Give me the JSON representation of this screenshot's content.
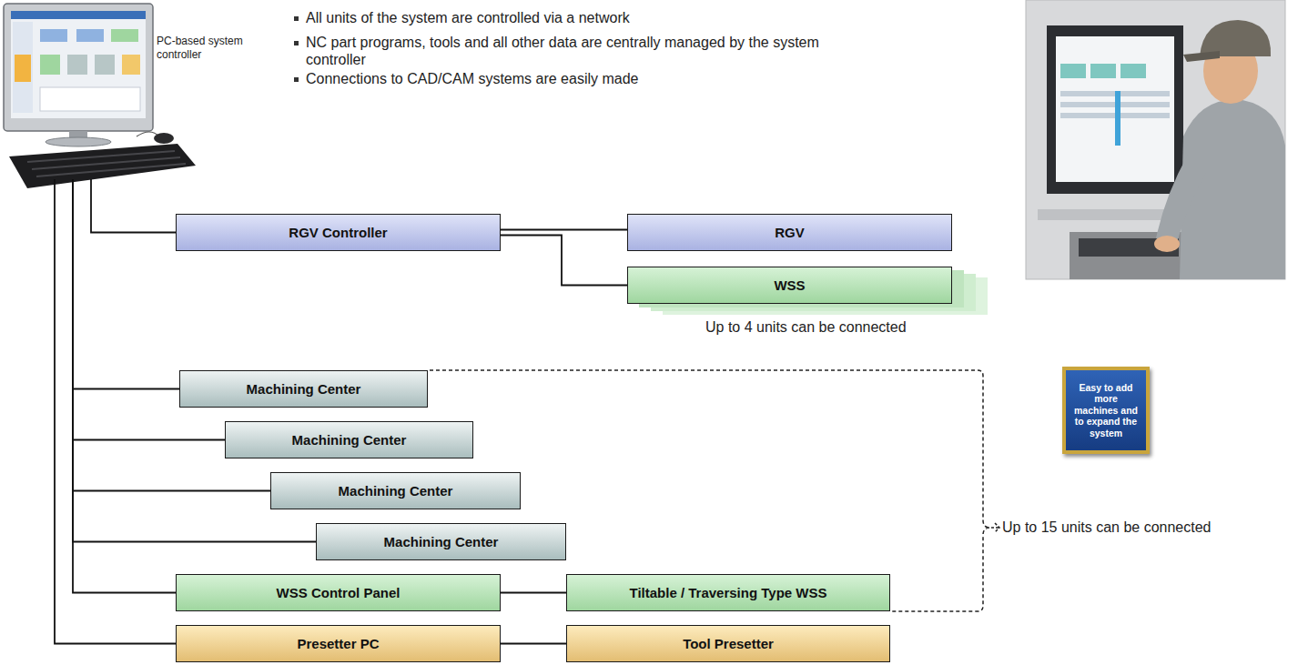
{
  "diagram": {
    "nodes": [
      {
        "text": [
          "PC-based system controller"
        ]
      },
      {
        "text": [
          "RGV Controller"
        ]
      },
      {
        "text": [
          "RGV"
        ]
      },
      {
        "text": [
          "WSS"
        ]
      },
      {
        "text": [
          "Machining Center"
        ]
      },
      {
        "text": [
          "Machining Center"
        ]
      },
      {
        "text": [
          "Machining Center"
        ]
      },
      {
        "text": [
          "Machining Center"
        ]
      },
      {
        "text": [
          "Easy to add more machines and to expand the system"
        ]
      },
      {
        "text": [
          "WSS Control Panel"
        ]
      },
      {
        "text": [
          "Tiltable / Traversing Type WSS"
        ]
      },
      {
        "text": [
          "Presetter PC"
        ]
      },
      {
        "text": [
          "Tool Presetter"
        ]
      }
    ],
    "edges": [
      {
        "from": 0,
        "to": 1,
        "arrow": "none"
      },
      {
        "from": 1,
        "to": 2,
        "arrow": "none"
      },
      {
        "from": 1,
        "to": 3,
        "arrow": "none"
      },
      {
        "from": 0,
        "to": 4,
        "arrow": "none"
      },
      {
        "from": 0,
        "to": 5,
        "arrow": "none"
      },
      {
        "from": 0,
        "to": 6,
        "arrow": "none"
      },
      {
        "from": 0,
        "to": 7,
        "arrow": "none"
      },
      {
        "from": 0,
        "to": 9,
        "arrow": "none"
      },
      {
        "from": 0,
        "to": 11,
        "arrow": "none"
      },
      {
        "from": 9,
        "to": 10,
        "arrow": "none"
      },
      {
        "from": 11,
        "to": 12,
        "arrow": "none"
      }
    ],
    "labels": [
      "All units of the system are controlled via a network",
      "NC part programs, tools and all other data are centrally managed by the system controller",
      "Connections to CAD/CAM systems are easily made",
      "Up to 4 units can be connected",
      "Up to 15 units can be connected"
    ]
  }
}
